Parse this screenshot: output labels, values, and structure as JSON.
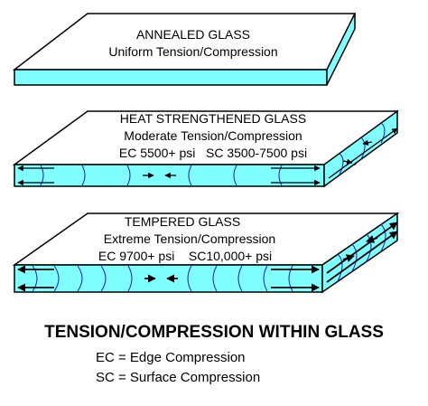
{
  "colors": {
    "glass_edge": "#7fffff",
    "outline": "#000000",
    "curve": "#1a1acc",
    "arrow": "#000000"
  },
  "panels": [
    {
      "name": "annealed",
      "lines": [
        "ANNEALED GLASS",
        "Uniform Tension/Compression"
      ]
    },
    {
      "name": "heat-strengthened",
      "lines": [
        "HEAT STRENGTHENED GLASS",
        "Moderate Tension/Compression",
        "EC 5500+ psi   SC 3500-7500 psi"
      ]
    },
    {
      "name": "tempered",
      "lines": [
        "TEMPERED GLASS",
        "Extreme Tension/Compression",
        "EC 9700+ psi    SC10,000+ psi"
      ]
    }
  ],
  "title": "TENSION/COMPRESSION WITHIN GLASS",
  "legend": [
    "EC = Edge Compression",
    "SC = Surface Compression"
  ]
}
